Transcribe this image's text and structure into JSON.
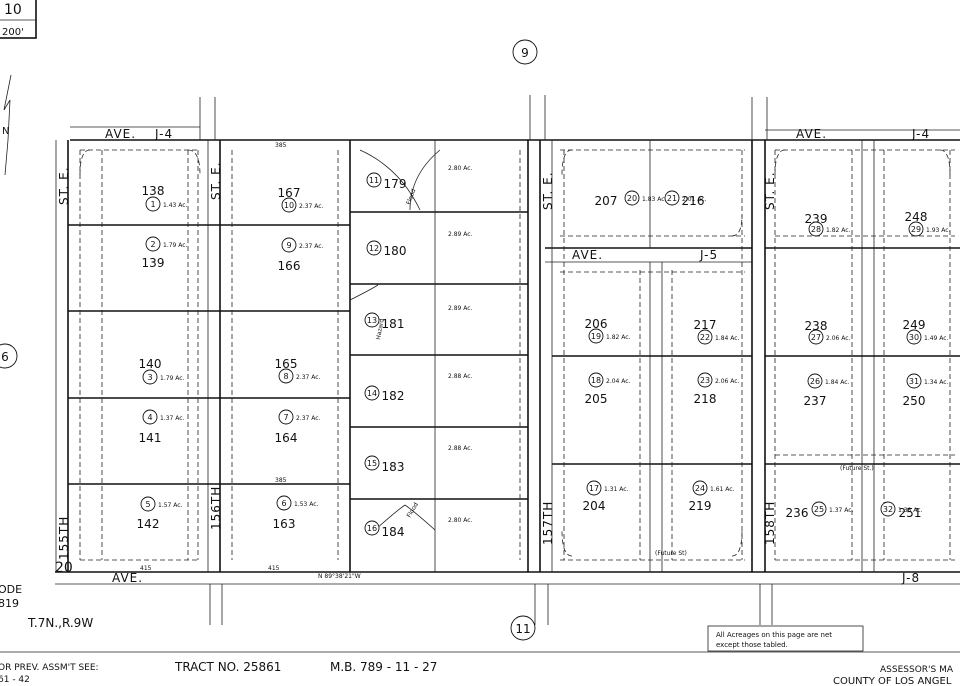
{
  "header": {
    "map_page_fragment": "10",
    "scale_fragment": "200'",
    "north_label": "N"
  },
  "section_circles": {
    "top": "9",
    "left": "6",
    "bottom": "11"
  },
  "streets": {
    "ave_j4_left_a": "AVE.",
    "ave_j4_left_b": "J-4",
    "ave_j4_right_a": "AVE.",
    "ave_j4_right_b": "J-4",
    "ave_j5_a": "AVE.",
    "ave_j5_b": "J-5",
    "ave_bottom_left": "AVE.",
    "ave_bottom_num": "20",
    "ave_j8": "J-8",
    "st_e_1": "ST. E.",
    "st_e_2": "ST. E.",
    "st_e_3": "ST. E.",
    "st_e_4": "ST. E.",
    "th155": "155TH",
    "th156": "156TH",
    "th157": "157TH",
    "th158": "158TH"
  },
  "lots": [
    {
      "lot": "138",
      "parcel": "1",
      "area": "1.43 Ac."
    },
    {
      "lot": "139",
      "parcel": "2",
      "area": "1.79 Ac."
    },
    {
      "lot": "140",
      "parcel": "3",
      "area": "1.79 Ac."
    },
    {
      "lot": "141",
      "parcel": "4",
      "area": "1.37 Ac."
    },
    {
      "lot": "142",
      "parcel": "5",
      "area": "1.57 Ac."
    },
    {
      "lot": "167",
      "parcel": "10",
      "area": "2.37 Ac."
    },
    {
      "lot": "166",
      "parcel": "9",
      "area": "2.37 Ac."
    },
    {
      "lot": "165",
      "parcel": "8",
      "area": "2.37 Ac."
    },
    {
      "lot": "164",
      "parcel": "7",
      "area": "2.37 Ac."
    },
    {
      "lot": "163",
      "parcel": "6",
      "area": "1.53 Ac."
    },
    {
      "lot": "179",
      "parcel": "11",
      "area": ""
    },
    {
      "lot": "180",
      "parcel": "12",
      "area": ""
    },
    {
      "lot": "181",
      "parcel": "13",
      "area": ""
    },
    {
      "lot": "182",
      "parcel": "14",
      "area": ""
    },
    {
      "lot": "183",
      "parcel": "15",
      "area": ""
    },
    {
      "lot": "184",
      "parcel": "16",
      "area": ""
    },
    {
      "lot": "207",
      "parcel": "20",
      "area": "1.83 Ac."
    },
    {
      "lot": "216",
      "parcel": "21",
      "area": "2.01 Ac."
    },
    {
      "lot": "206",
      "parcel": "19",
      "area": "1.82 Ac."
    },
    {
      "lot": "217",
      "parcel": "22",
      "area": "1.84 Ac."
    },
    {
      "lot": "205",
      "parcel": "18",
      "area": "2.04 Ac."
    },
    {
      "lot": "218",
      "parcel": "23",
      "area": "2.06 Ac."
    },
    {
      "lot": "204",
      "parcel": "17",
      "area": "1.31 Ac."
    },
    {
      "lot": "219",
      "parcel": "24",
      "area": "1.61 Ac."
    },
    {
      "lot": "239",
      "parcel": "28",
      "area": "1.82 Ac."
    },
    {
      "lot": "238",
      "parcel": "27",
      "area": "2.06 Ac."
    },
    {
      "lot": "237",
      "parcel": "26",
      "area": "1.84 Ac."
    },
    {
      "lot": "236",
      "parcel": "25",
      "area": "1.37 Ac."
    },
    {
      "lot": "248",
      "parcel": "29",
      "area": "1.93 Ac."
    },
    {
      "lot": "249",
      "parcel": "30",
      "area": "1.49 Ac."
    },
    {
      "lot": "250",
      "parcel": "31",
      "area": "1.34 Ac."
    },
    {
      "lot": "251",
      "parcel": "32",
      "area": "1.38 Ac."
    }
  ],
  "annotations": {
    "area_note_179": "2.80 Ac.",
    "area_note_180": "2.89 Ac.",
    "area_note_181": "2.89 Ac.",
    "area_note_182": "2.88 Ac.",
    "area_note_183": "2.88 Ac.",
    "area_note_184": "2.80 Ac.",
    "hazard_note": "Hazard",
    "flood_note_top": "Flood",
    "flood_note_bottom": "Flood",
    "future_st": "(Future St.)",
    "future_st_short": "(Future St)",
    "bearing": "N 89°38'21\"W",
    "dims_415_a": "415",
    "dims_415_b": "415",
    "dims_385_top": "385",
    "dims_385_mid": "385"
  },
  "footer": {
    "township": "T.7N.,R.9W",
    "code_a": "ODE",
    "code_b": "819",
    "prev_assmt": "OR PREV. ASSM'T SEE:",
    "prev_ref": "61 - 42",
    "tract": "TRACT NO. 25861",
    "mb_ref": "M.B. 789 - 11 - 27",
    "acreage_note_1": "All Acreages on this page are net",
    "acreage_note_2": "except those tabled.",
    "assessor_1": "ASSESSOR'S MA",
    "assessor_2": "COUNTY OF LOS ANGEL"
  }
}
